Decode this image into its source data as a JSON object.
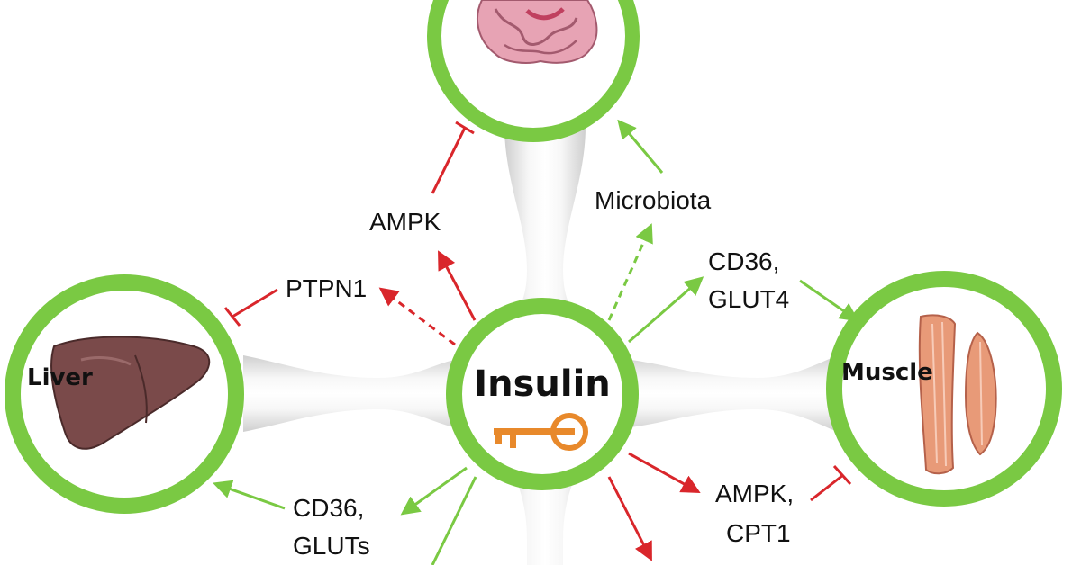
{
  "nodes": {
    "center": {
      "label": "Insulin"
    },
    "liver": {
      "label": "Liver"
    },
    "muscle": {
      "label": "Muscle"
    },
    "gut": {
      "label": ""
    }
  },
  "edges": {
    "ptpn1": {
      "label": "PTPN1"
    },
    "ampk_gut": {
      "label": "AMPK"
    },
    "microbiota": {
      "label": "Microbiota"
    },
    "cd36_glut4": {
      "line1": "CD36,",
      "line2": "GLUT4"
    },
    "cd36_gluts": {
      "line1": "CD36,",
      "line2": "GLUTs"
    },
    "ampk_cpt1": {
      "line1": "AMPK,",
      "line2": "CPT1"
    }
  },
  "colors": {
    "ring_green": "#7ac943",
    "activate_green": "#7ac943",
    "inhibit_red": "#d9262b",
    "key_orange": "#e8892b",
    "liver_brown": "#7a4a4a",
    "muscle_salmon": "#e89a78",
    "gut_pink": "#e7a3b4"
  },
  "icons": {
    "center": "key-icon",
    "liver": "liver-icon",
    "muscle": "muscle-icon",
    "gut": "intestine-icon"
  }
}
